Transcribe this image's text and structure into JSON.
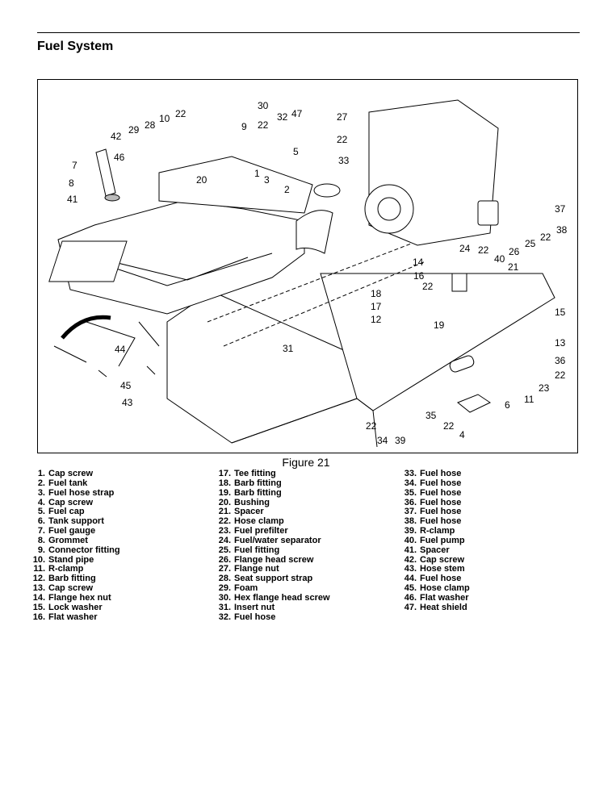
{
  "page": {
    "title": "Fuel System",
    "figure_caption": "Figure 21"
  },
  "figure": {
    "callouts": [
      "30",
      "22",
      "9",
      "22",
      "32",
      "47",
      "27",
      "10",
      "28",
      "29",
      "42",
      "22",
      "5",
      "7",
      "46",
      "1",
      "3",
      "20",
      "33",
      "8",
      "2",
      "41",
      "37",
      "25",
      "22",
      "38",
      "24",
      "22",
      "26",
      "14",
      "40",
      "21",
      "16",
      "22",
      "18",
      "17",
      "15",
      "12",
      "19",
      "13",
      "31",
      "44",
      "36",
      "22",
      "45",
      "23",
      "43",
      "11",
      "6",
      "22",
      "35",
      "22",
      "34",
      "39",
      "4"
    ]
  },
  "parts": {
    "col1": [
      {
        "n": "1.",
        "label": "Cap screw"
      },
      {
        "n": "2.",
        "label": "Fuel tank"
      },
      {
        "n": "3.",
        "label": "Fuel hose strap"
      },
      {
        "n": "4.",
        "label": "Cap screw"
      },
      {
        "n": "5.",
        "label": "Fuel cap"
      },
      {
        "n": "6.",
        "label": "Tank support"
      },
      {
        "n": "7.",
        "label": "Fuel gauge"
      },
      {
        "n": "8.",
        "label": "Grommet"
      },
      {
        "n": "9.",
        "label": "Connector fitting"
      },
      {
        "n": "10.",
        "label": "Stand pipe"
      },
      {
        "n": "11.",
        "label": "R-clamp"
      },
      {
        "n": "12.",
        "label": "Barb fitting"
      },
      {
        "n": "13.",
        "label": "Cap screw"
      },
      {
        "n": "14.",
        "label": "Flange hex nut"
      },
      {
        "n": "15.",
        "label": "Lock washer"
      },
      {
        "n": "16.",
        "label": "Flat washer"
      }
    ],
    "col2": [
      {
        "n": "17.",
        "label": "Tee fitting"
      },
      {
        "n": "18.",
        "label": "Barb fitting"
      },
      {
        "n": "19.",
        "label": "Barb fitting"
      },
      {
        "n": "20.",
        "label": "Bushing"
      },
      {
        "n": "21.",
        "label": "Spacer"
      },
      {
        "n": "22.",
        "label": "Hose clamp"
      },
      {
        "n": "23.",
        "label": "Fuel prefilter"
      },
      {
        "n": "24.",
        "label": "Fuel/water separator"
      },
      {
        "n": "25.",
        "label": "Fuel fitting"
      },
      {
        "n": "26.",
        "label": "Flange head screw"
      },
      {
        "n": "27.",
        "label": "Flange nut"
      },
      {
        "n": "28.",
        "label": "Seat support strap"
      },
      {
        "n": "29.",
        "label": "Foam"
      },
      {
        "n": "30.",
        "label": "Hex flange head screw"
      },
      {
        "n": "31.",
        "label": "Insert nut"
      },
      {
        "n": "32.",
        "label": "Fuel hose"
      }
    ],
    "col3": [
      {
        "n": "33.",
        "label": "Fuel hose"
      },
      {
        "n": "34.",
        "label": "Fuel hose"
      },
      {
        "n": "35.",
        "label": "Fuel hose"
      },
      {
        "n": "36.",
        "label": "Fuel hose"
      },
      {
        "n": "37.",
        "label": "Fuel hose"
      },
      {
        "n": "38.",
        "label": "Fuel hose"
      },
      {
        "n": "39.",
        "label": "R-clamp"
      },
      {
        "n": "40.",
        "label": "Fuel pump"
      },
      {
        "n": "41.",
        "label": "Spacer"
      },
      {
        "n": "42.",
        "label": "Cap screw"
      },
      {
        "n": "43.",
        "label": "Hose stem"
      },
      {
        "n": "44.",
        "label": "Fuel hose"
      },
      {
        "n": "45.",
        "label": "Hose clamp"
      },
      {
        "n": "46.",
        "label": "Flat washer"
      },
      {
        "n": "47.",
        "label": "Heat shield"
      }
    ]
  }
}
